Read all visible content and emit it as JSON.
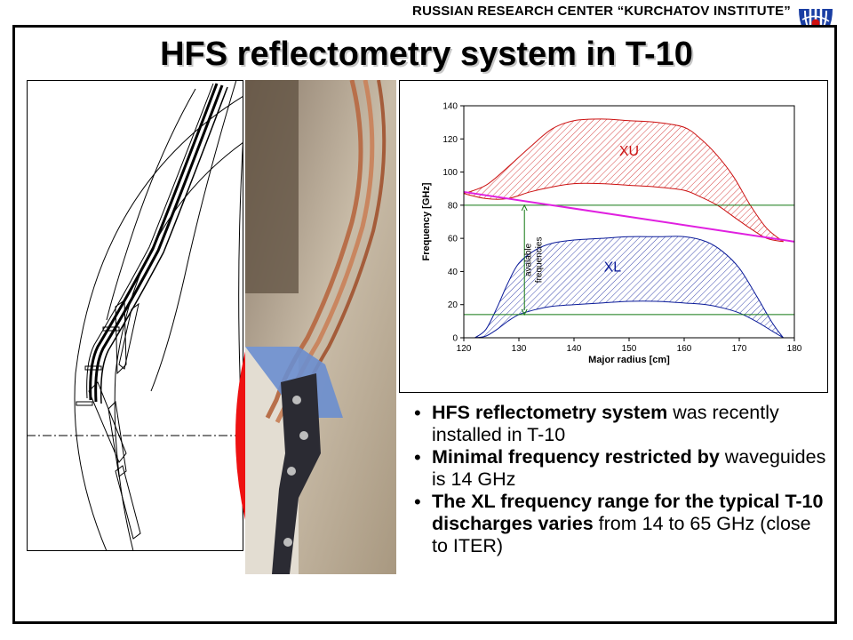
{
  "header": {
    "organization": "RUSSIAN RESEARCH CENTER “KURCHATOV INSTITUTE”"
  },
  "slide": {
    "title": "HFS reflectometry system in T-10"
  },
  "bullets": [
    {
      "bold": "HFS reflectometry system",
      "rest": " was recently installed in T-10"
    },
    {
      "bold": "Minimal frequency restricted by",
      "rest": " waveguides is 14 GHz"
    },
    {
      "bold": "The XL frequency range for the typical T-10 discharges varies",
      "rest": " from 14 to 65 GHz (close to ITER)"
    }
  ],
  "chart_data": {
    "type": "area",
    "xlabel": "Major radius [cm]",
    "ylabel": "Frequency [GHz]",
    "xlim": [
      120,
      180
    ],
    "ylim": [
      0,
      140
    ],
    "xticks": [
      120,
      130,
      140,
      150,
      160,
      170,
      180
    ],
    "yticks": [
      0,
      20,
      40,
      60,
      80,
      100,
      120,
      140
    ],
    "grid": false,
    "colors": {
      "xu": "#cc1111",
      "xl": "#0a1a99",
      "cutoff": "#e020e0",
      "limits": "#117711",
      "arrow": "#117711"
    },
    "series": [
      {
        "name": "XU",
        "kind": "band",
        "upper": {
          "x": [
            120,
            124,
            128,
            132,
            136,
            140,
            145,
            150,
            155,
            160,
            163,
            166,
            169,
            172,
            175,
            178
          ],
          "y": [
            87,
            92,
            103,
            115,
            126,
            131,
            132,
            131,
            130,
            127,
            120,
            110,
            97,
            80,
            66,
            58
          ]
        },
        "lower": {
          "x": [
            120,
            124,
            128,
            132,
            136,
            140,
            145,
            150,
            155,
            160,
            163,
            166,
            169,
            172,
            175,
            178
          ],
          "y": [
            87,
            84,
            84,
            88,
            91,
            93,
            93,
            92,
            91,
            89,
            85,
            80,
            73,
            66,
            60,
            58
          ]
        }
      },
      {
        "name": "XL",
        "kind": "band",
        "upper": {
          "x": [
            122,
            124,
            126,
            128,
            130,
            133,
            136,
            140,
            145,
            150,
            155,
            160,
            164,
            167,
            170,
            173,
            176,
            178
          ],
          "y": [
            0,
            5,
            18,
            33,
            45,
            53,
            57,
            59,
            60,
            61,
            61,
            61,
            58,
            52,
            42,
            26,
            9,
            0
          ]
        },
        "lower": {
          "x": [
            122,
            124,
            126,
            128,
            130,
            133,
            136,
            140,
            145,
            150,
            155,
            160,
            164,
            167,
            170,
            173,
            176,
            178
          ],
          "y": [
            0,
            1,
            5,
            10,
            14,
            17,
            19,
            20,
            21,
            22,
            22,
            21,
            20,
            18,
            15,
            10,
            4,
            0
          ]
        }
      }
    ],
    "cutoff_line": {
      "x": [
        120,
        180
      ],
      "y": [
        88,
        58
      ]
    },
    "hlines": [
      80,
      14
    ],
    "arrow": {
      "x": 131,
      "y": [
        14,
        80
      ]
    },
    "annotations": [
      {
        "text": "XU",
        "x": 150,
        "y": 110
      },
      {
        "text": "XL",
        "x": 147,
        "y": 40
      },
      {
        "text": "avalable\nfrequencies",
        "x": 131.5,
        "y": 47
      }
    ]
  }
}
